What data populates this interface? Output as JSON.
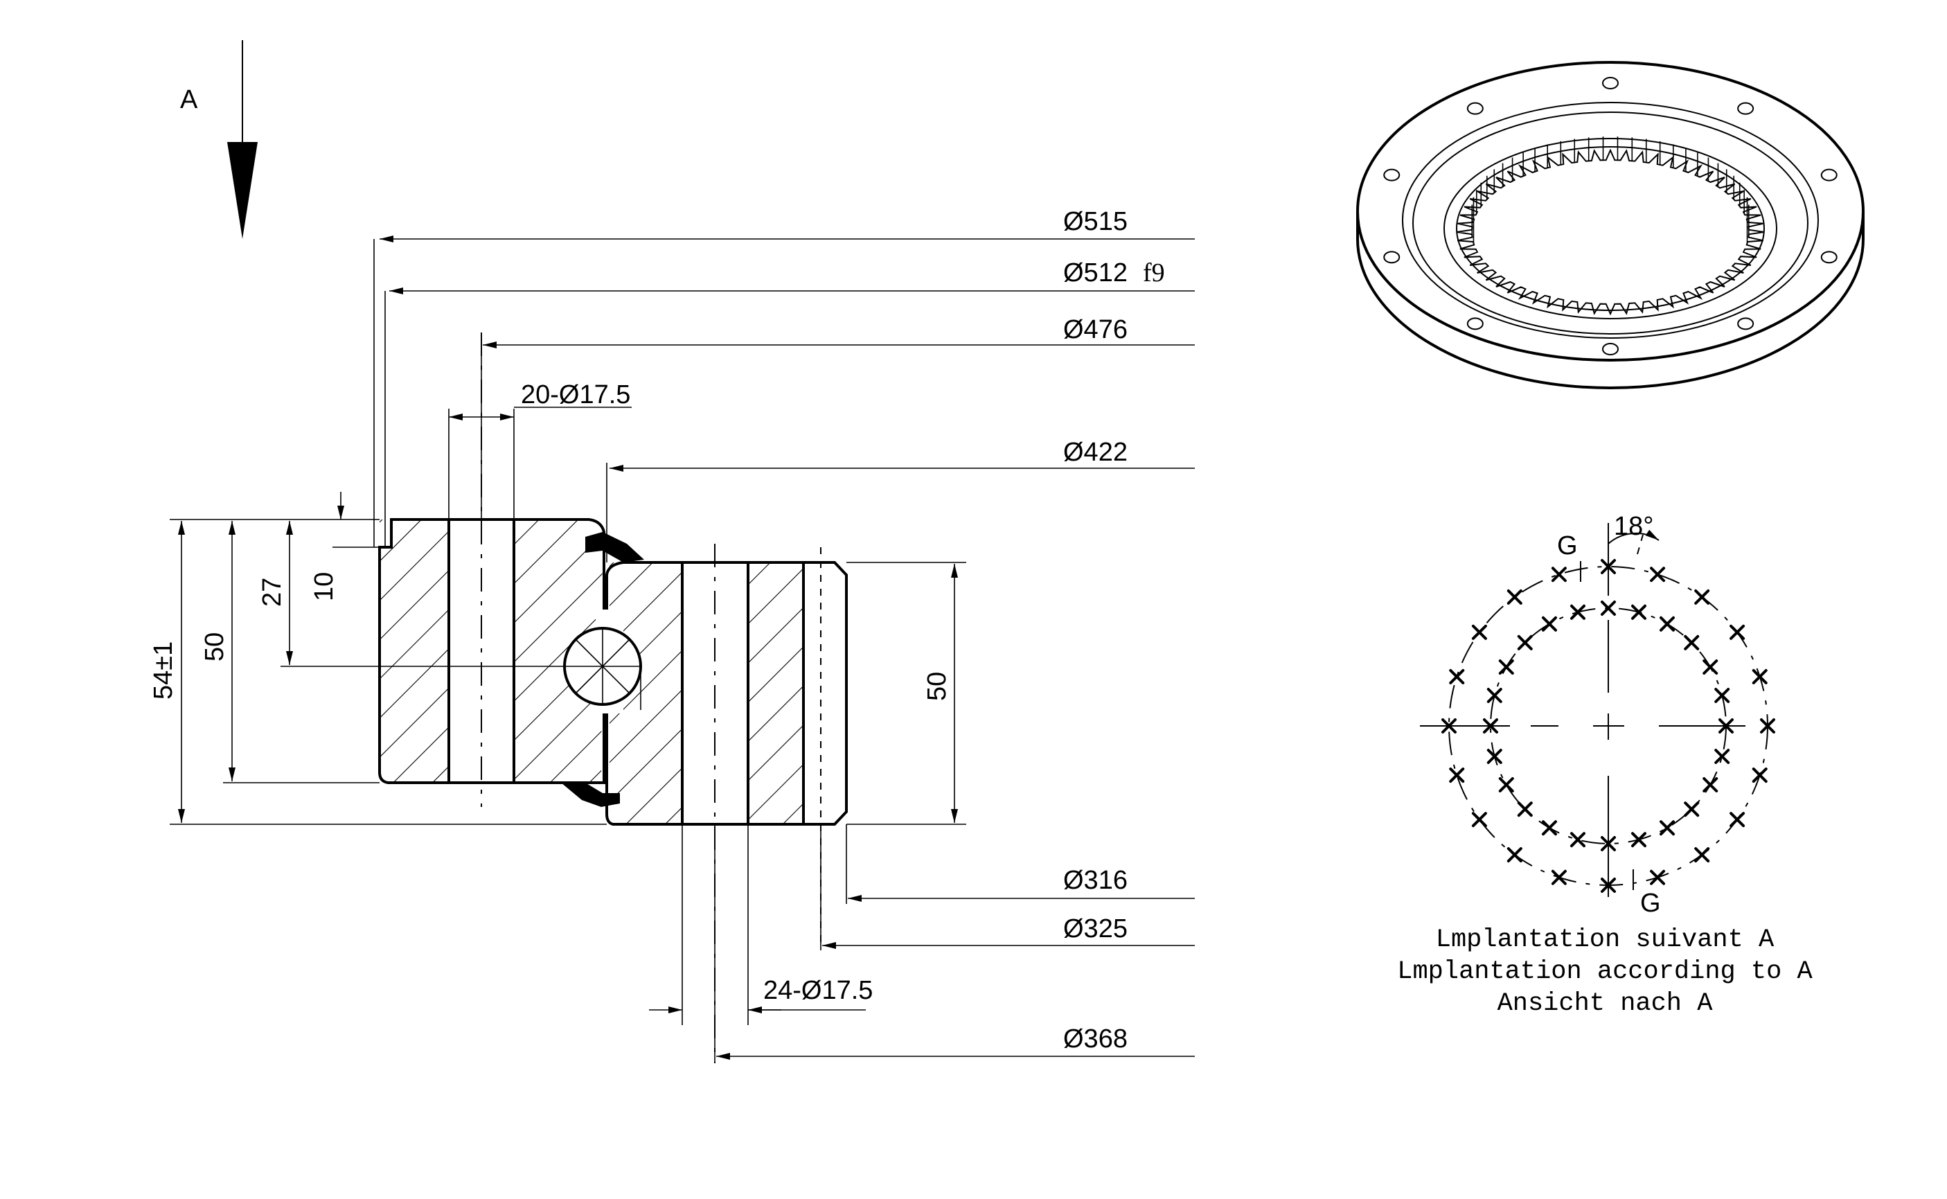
{
  "view_label": "A",
  "dimensions": {
    "d515": "Ø515",
    "d512": "Ø512",
    "d512_tol": "f9",
    "d476": "Ø476",
    "holes_outer": "20-Ø17.5",
    "d422": "Ø422",
    "d316": "Ø316",
    "d325": "Ø325",
    "holes_inner": "24-Ø17.5",
    "d368": "Ø368",
    "h54": "54±1",
    "h50_left": "50",
    "h27": "27",
    "h10": "10",
    "h50_right": "50"
  },
  "hole_pattern": {
    "angle": "18°",
    "marker_top": "G",
    "marker_bottom": "G",
    "outer_hole_count": 20,
    "inner_hole_count": 24
  },
  "caption": {
    "line_fr": "Lmplantation suivant A",
    "line_en": "Lmplantation according to A",
    "line_de": "Ansicht nach A"
  }
}
